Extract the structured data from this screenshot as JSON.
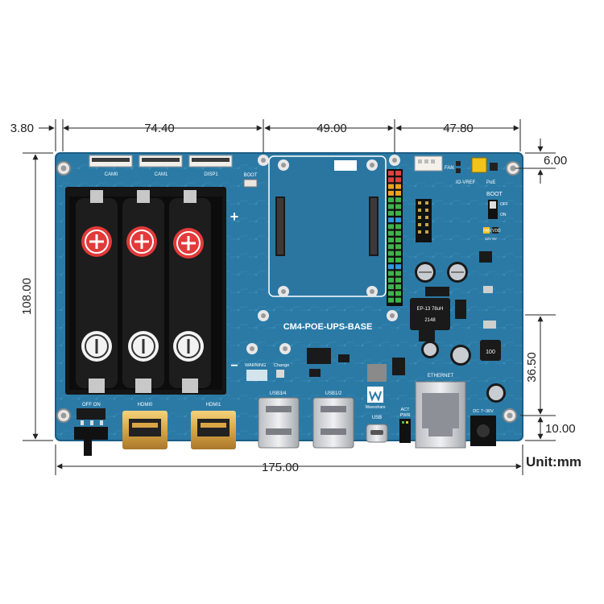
{
  "dimensions": {
    "top_left_margin": "3.80",
    "top_span_1": "74.40",
    "top_span_2": "49.00",
    "top_span_3": "47.80",
    "right_top_offset": "6.00",
    "left_height": "108.00",
    "right_mid": "36.50",
    "right_bottom": "10.00",
    "bottom_width": "175.00",
    "unit": "Unit:mm"
  },
  "board": {
    "title": "CM4-POE-UPS-BASE",
    "csi_labels": [
      "CAM0",
      "CAM1",
      "DISP1"
    ],
    "boot_label_top": "BOOT",
    "boot_label_right": "BOOT",
    "boot_off": "OFF",
    "boot_on": "ON",
    "fan_label": "FAN",
    "io_vref": "IO-VREF",
    "poe": "PoE",
    "fan_vdd": "FAN VDD",
    "fan_vdd_opts": "12V  5V",
    "inductor": "EP-13 78uH",
    "inductor_code": "2148",
    "inductor_small": "100",
    "warning": "WARNING",
    "change": "Change",
    "brand": "Waveshare",
    "ethernet": "ETHERNET",
    "usb34": "USB3/4",
    "usb12": "USB1/2",
    "usb": "USB",
    "hdmi0": "HDMI0",
    "hdmi1": "HDMI1",
    "power_switch": "OFF  ON",
    "act_pwr": "ACT\nPWR",
    "dc_in": "DC 7~36V",
    "plus": "+",
    "minus": "−"
  },
  "colors": {
    "pcb": "#2b7aa6",
    "pcb_dark": "#1f6590",
    "pcb_trace": "#3688b4",
    "battery_holder": "#141414",
    "battery_plus": "#e23a3a",
    "connector_gold": "#d9a545",
    "silver": "#c9ccd0"
  }
}
